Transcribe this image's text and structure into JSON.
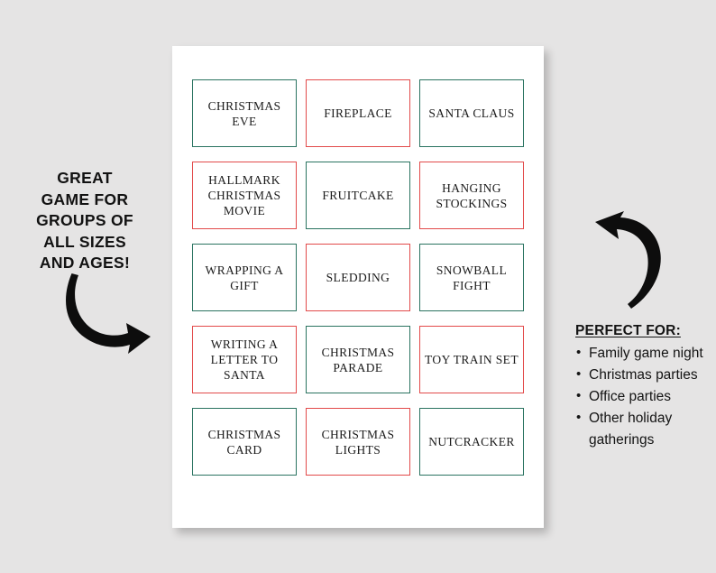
{
  "background_color": "#e5e4e4",
  "left_panel": {
    "heading_lines": [
      "GREAT",
      "GAME FOR",
      "GROUPS OF",
      "ALL SIZES",
      "AND AGES!"
    ],
    "arrow_icon": "curved-arrow-down-right"
  },
  "sheet": {
    "page_color": "#ffffff",
    "colors": {
      "green": "#2a7360",
      "red": "#e24a4a"
    },
    "grid": {
      "columns": 3,
      "rows": 5,
      "cards": [
        {
          "label": "CHRISTMAS EVE",
          "color": "green"
        },
        {
          "label": "FIREPLACE",
          "color": "red"
        },
        {
          "label": "SANTA CLAUS",
          "color": "green"
        },
        {
          "label": "HALLMARK CHRISTMAS MOVIE",
          "color": "red"
        },
        {
          "label": "FRUITCAKE",
          "color": "green"
        },
        {
          "label": "HANGING STOCKINGS",
          "color": "red"
        },
        {
          "label": "WRAPPING A GIFT",
          "color": "green"
        },
        {
          "label": "SLEDDING",
          "color": "red"
        },
        {
          "label": "SNOWBALL FIGHT",
          "color": "green"
        },
        {
          "label": "WRITING A LETTER TO SANTA",
          "color": "red"
        },
        {
          "label": "CHRISTMAS PARADE",
          "color": "green"
        },
        {
          "label": "TOY TRAIN SET",
          "color": "red"
        },
        {
          "label": "CHRISTMAS CARD",
          "color": "green"
        },
        {
          "label": "CHRISTMAS LIGHTS",
          "color": "red"
        },
        {
          "label": "NUTCRACKER",
          "color": "green"
        }
      ]
    }
  },
  "right_panel": {
    "arrow_icon": "curved-arrow-up-left",
    "heading": "PERFECT FOR:",
    "items": [
      "Family game night",
      "Christmas parties",
      "Office parties",
      "Other holiday gatherings"
    ]
  }
}
